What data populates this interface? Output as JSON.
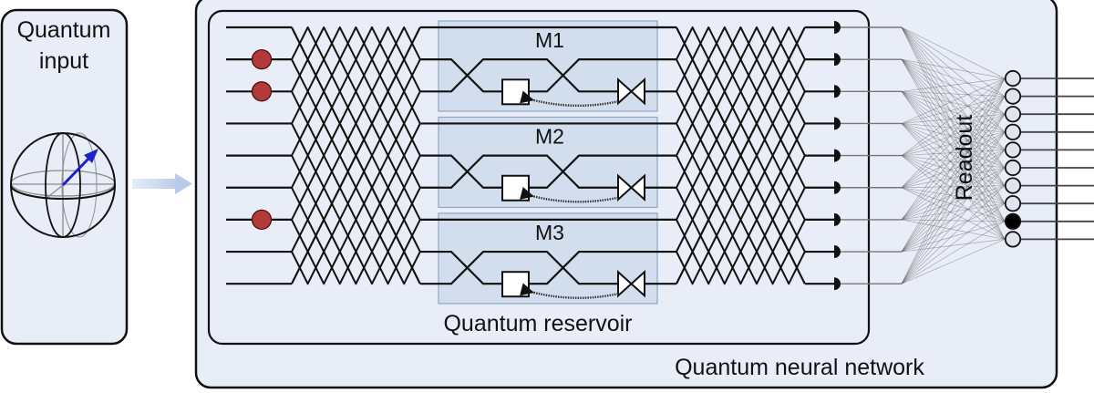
{
  "input_panel": {
    "title_line1": "Quantum",
    "title_line2": "input",
    "icon": "bloch-sphere-icon"
  },
  "network": {
    "label": "Quantum neural network",
    "reservoir": {
      "label": "Quantum reservoir",
      "num_modes": 9,
      "photon_inputs_on_modes": [
        2,
        3,
        7
      ],
      "modules": [
        {
          "label": "M1",
          "modes": [
            1,
            2,
            3
          ]
        },
        {
          "label": "M2",
          "modes": [
            4,
            5,
            6
          ]
        },
        {
          "label": "M3",
          "modes": [
            7,
            8,
            9
          ]
        }
      ]
    },
    "readout": {
      "label": "Readout",
      "num_outputs": 10,
      "active_output": 9
    }
  },
  "colors": {
    "panel_fill": "#e8edf7",
    "module_fill": "#d2deed",
    "module_stroke": "#8ea6c2",
    "photon": "#b23a3a",
    "arrow": "#c4d4ec",
    "bloch_vector": "#1a22c8",
    "line": "#111111"
  }
}
